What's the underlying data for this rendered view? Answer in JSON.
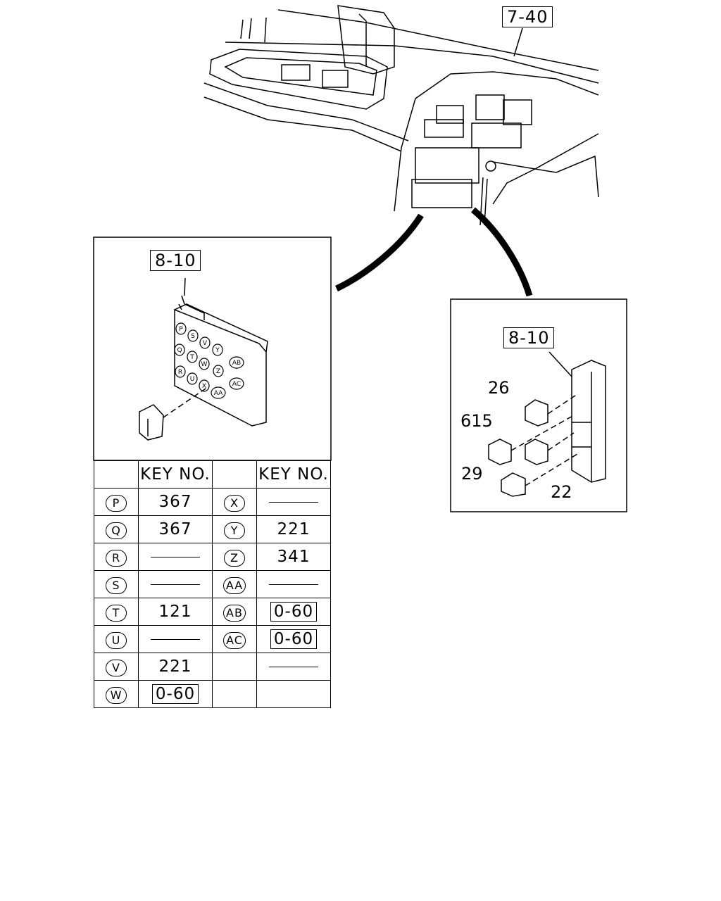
{
  "ref_labels": {
    "top": "7-40",
    "left_panel": "8-10",
    "right_panel": "8-10"
  },
  "callouts": {
    "a": "26",
    "b": "615",
    "c": "29",
    "d": "22"
  },
  "relay_letters": [
    "P",
    "S",
    "V",
    "Y",
    "AB",
    "Q",
    "T",
    "W",
    "Z",
    "AC",
    "R",
    "U",
    "X",
    "AA"
  ],
  "table": {
    "header": "KEY NO.",
    "rows": [
      {
        "l1": "P",
        "v1": "367",
        "l2": "X",
        "v2": "",
        "dash1": false,
        "dash2": true,
        "box1": false,
        "box2": false
      },
      {
        "l1": "Q",
        "v1": "367",
        "l2": "Y",
        "v2": "221",
        "dash1": false,
        "dash2": false,
        "box1": false,
        "box2": false
      },
      {
        "l1": "R",
        "v1": "",
        "l2": "Z",
        "v2": "341",
        "dash1": true,
        "dash2": false,
        "box1": false,
        "box2": false
      },
      {
        "l1": "S",
        "v1": "",
        "l2": "AA",
        "v2": "",
        "dash1": true,
        "dash2": true,
        "box1": false,
        "box2": false
      },
      {
        "l1": "T",
        "v1": "121",
        "l2": "AB",
        "v2": "0-60",
        "dash1": false,
        "dash2": false,
        "box1": false,
        "box2": true
      },
      {
        "l1": "U",
        "v1": "",
        "l2": "AC",
        "v2": "0-60",
        "dash1": true,
        "dash2": false,
        "box1": false,
        "box2": true
      },
      {
        "l1": "V",
        "v1": "221",
        "l2": "",
        "v2": "",
        "dash1": false,
        "dash2": true,
        "box1": false,
        "box2": false
      },
      {
        "l1": "W",
        "v1": "0-60",
        "l2": null,
        "v2": null,
        "dash1": false,
        "dash2": false,
        "box1": true,
        "box2": false
      }
    ]
  }
}
